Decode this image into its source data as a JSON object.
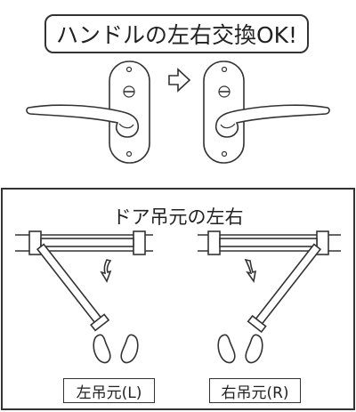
{
  "header": {
    "title": "ハンドルの左右交換OK!"
  },
  "door_section": {
    "title": "ドア吊元の左右",
    "left_caption": "左吊元(L)",
    "right_caption": "右吊元(R)"
  },
  "icons": {
    "swap_arrow": "arrow-right-outline-icon",
    "direction_arrow": "arrow-down-icon",
    "footprints": "footprints-icon"
  }
}
